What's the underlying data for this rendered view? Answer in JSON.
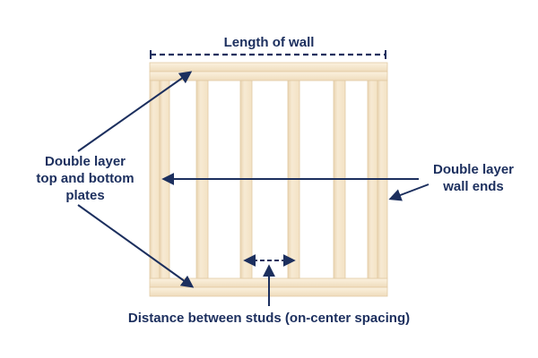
{
  "labels": {
    "length_of_wall": "Length of wall",
    "double_layer_plates": [
      "Double layer",
      "top and bottom",
      "plates"
    ],
    "double_layer_wall_ends": [
      "Double layer",
      "wall ends"
    ],
    "stud_spacing": "Distance between studs (on-center spacing)"
  },
  "colors": {
    "text": "#1c2f5e",
    "arrow": "#1c2f5e",
    "lumber": "#f5e6cc",
    "lumber_edge": "#e2caa4",
    "lumber_shadow": "#d9bf95"
  }
}
